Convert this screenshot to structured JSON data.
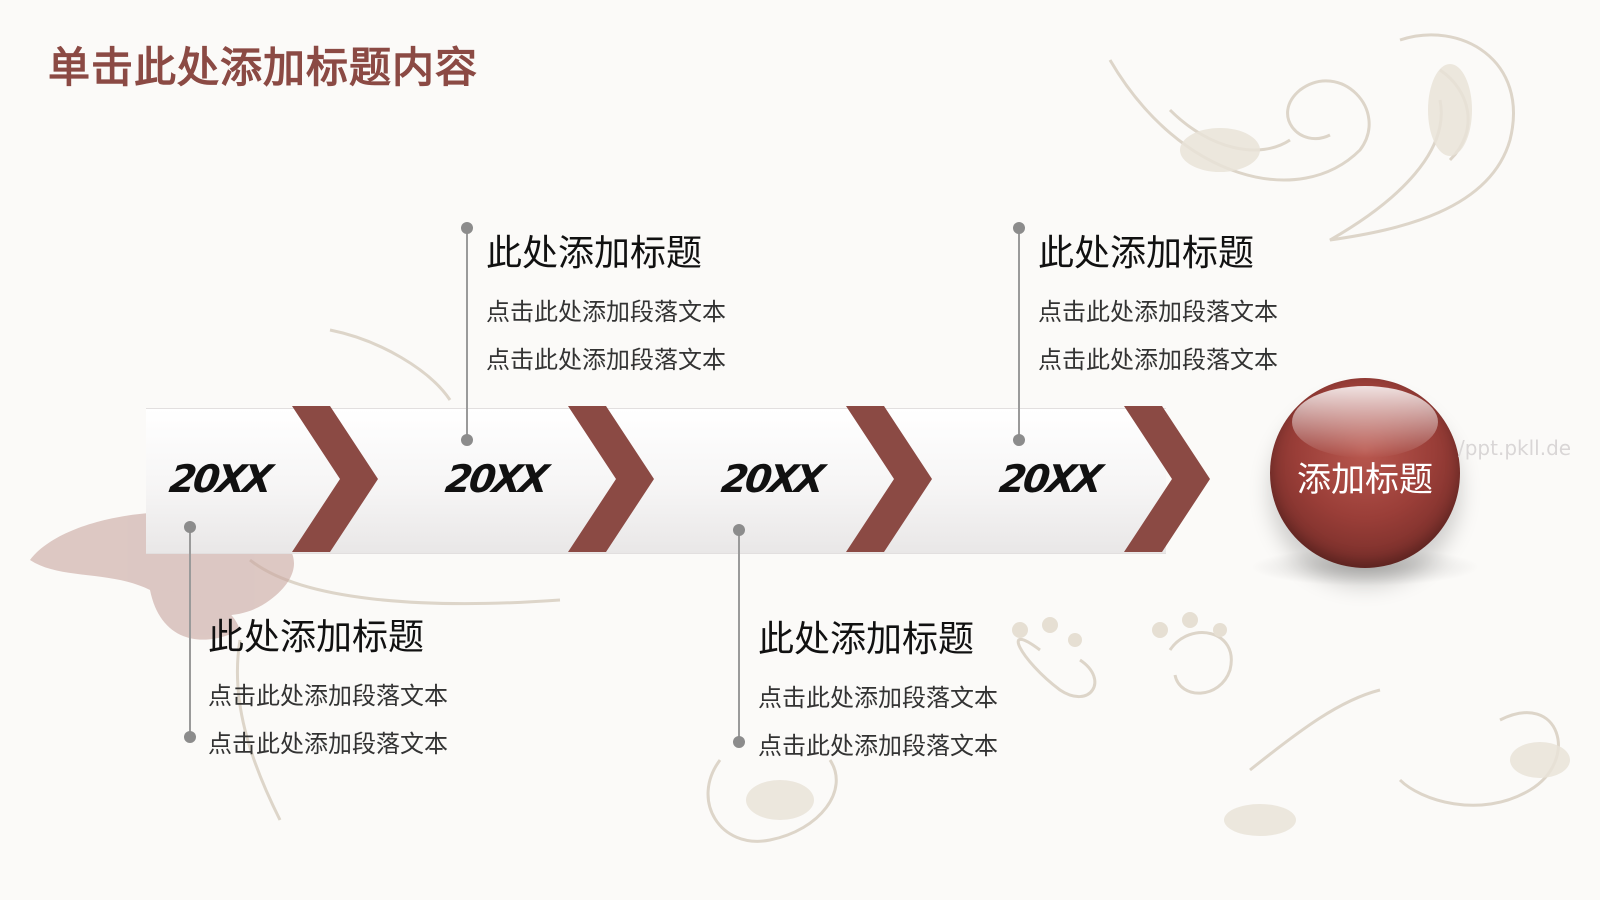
{
  "slide": {
    "title": "单击此处添加标题内容",
    "watermark": "/ppt.pkll.de"
  },
  "timeline": {
    "years": [
      "20XX",
      "20XX",
      "20XX",
      "20XX"
    ],
    "callouts": [
      {
        "title": "此处添加标题",
        "line1": "点击此处添加段落文本",
        "line2": "点击此处添加段落文本"
      },
      {
        "title": "此处添加标题",
        "line1": "点击此处添加段落文本",
        "line2": "点击此处添加段落文本"
      },
      {
        "title": "此处添加标题",
        "line1": "点击此处添加段落文本",
        "line2": "点击此处添加段落文本"
      },
      {
        "title": "此处添加标题",
        "line1": "点击此处添加段落文本",
        "line2": "点击此处添加段落文本"
      }
    ],
    "end_label": "添加标题"
  },
  "colors": {
    "accent": "#8b4a44",
    "orb": "#9a3e38",
    "band": "#f3f2f2",
    "connector": "#8c8c8c",
    "paisley": "#d8cfc2"
  }
}
